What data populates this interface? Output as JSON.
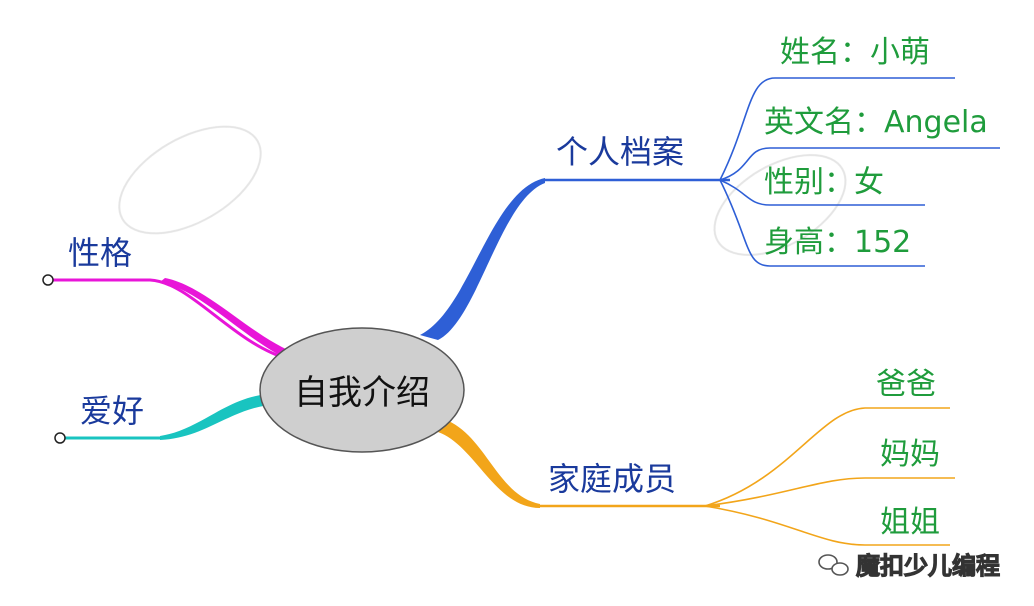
{
  "center": {
    "label": "自我介绍"
  },
  "branches": {
    "profile": {
      "label": "个人档案",
      "color": "#2e5fd6",
      "children": [
        "姓名：小萌",
        "英文名：Angela",
        "性别：女",
        "身高：152"
      ]
    },
    "family": {
      "label": "家庭成员",
      "color": "#f2a51a",
      "children": [
        "爸爸",
        "妈妈",
        "姐姐"
      ]
    },
    "personality": {
      "label": "性格",
      "color": "#e815d8"
    },
    "hobby": {
      "label": "爱好",
      "color": "#19c4c0"
    }
  },
  "colors": {
    "node_text": "#1a3a9c",
    "leaf_text": "#1f9c3c",
    "center_fill": "#cfcfcf",
    "center_stroke": "#555555"
  },
  "watermark": {
    "text": "魔扣少儿编程"
  }
}
